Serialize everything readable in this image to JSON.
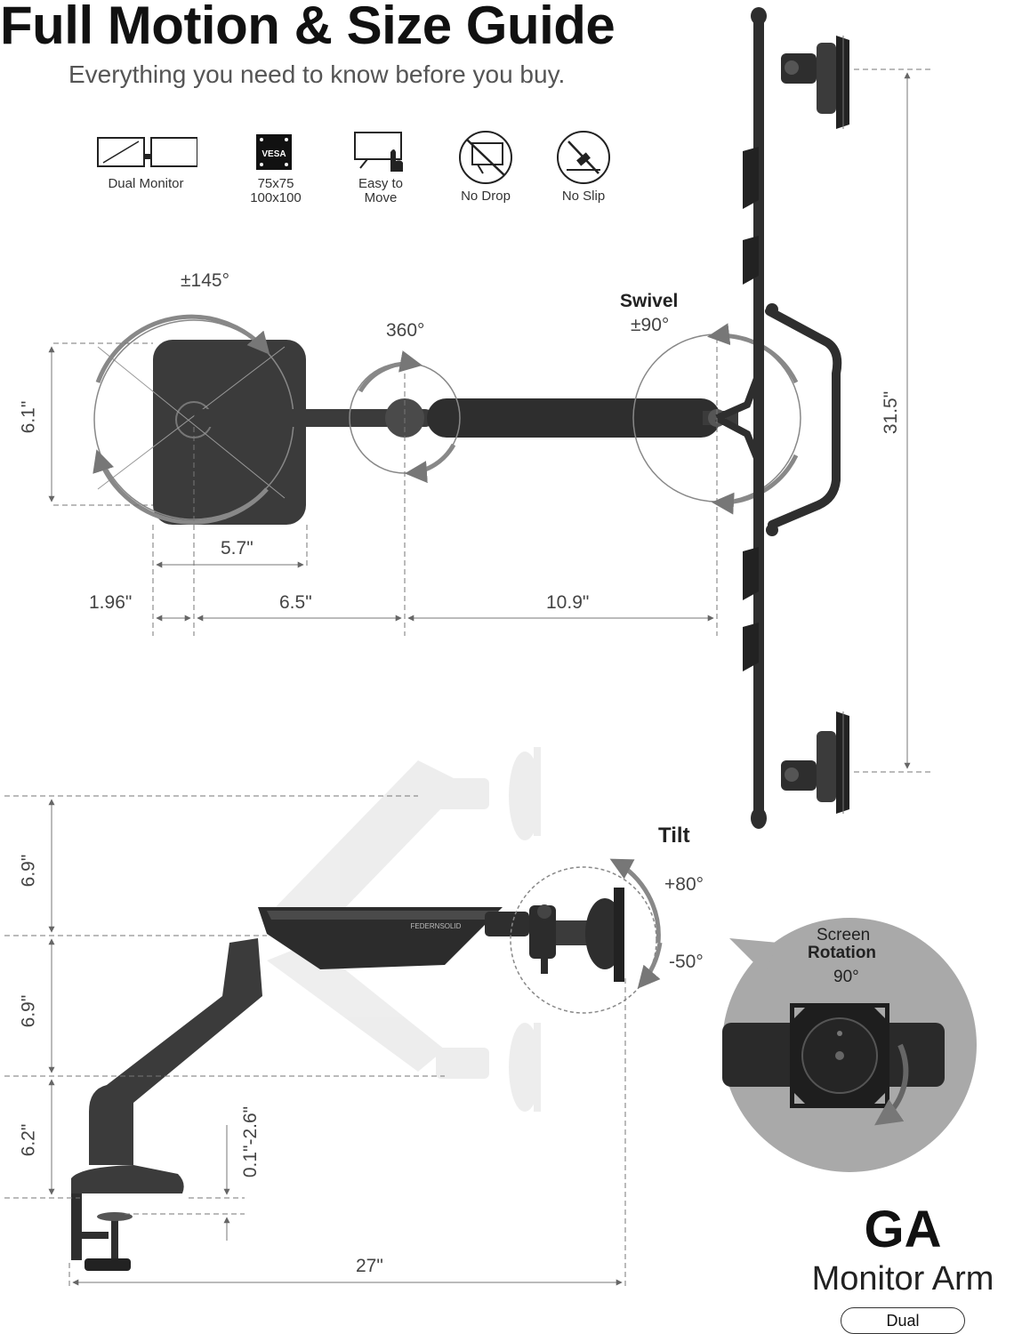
{
  "header": {
    "title": "Full Motion & Size Guide",
    "subtitle": "Everything you need to know before you buy."
  },
  "features": [
    {
      "icon": "dual-monitor-icon",
      "label_lines": [
        "Dual Monitor"
      ]
    },
    {
      "icon": "vesa-icon",
      "badge": "VESA",
      "label_lines": [
        "75x75",
        "100x100"
      ]
    },
    {
      "icon": "easy-move-icon",
      "label_lines": [
        "Easy to",
        "Move"
      ]
    },
    {
      "icon": "no-drop-icon",
      "label_lines": [
        "No Drop"
      ]
    },
    {
      "icon": "no-slip-icon",
      "label_lines": [
        "No Slip"
      ]
    }
  ],
  "top_view": {
    "rotation_plate": "±145°",
    "rotation_joint": "360°",
    "swivel_label": "Swivel",
    "swivel_angle": "±90°",
    "plate_height": "6.1\"",
    "plate_width": "5.7\"",
    "offset": "1.96\"",
    "arm_segment_1": "6.5\"",
    "arm_segment_2": "10.9\"",
    "pole_height": "31.5\""
  },
  "side_view": {
    "tilt_label": "Tilt",
    "tilt_up": "+80°",
    "tilt_down": "-50°",
    "upper_range": "6.9\"",
    "middle_range": "6.9\"",
    "lower_height": "6.2\"",
    "clamp_range": "0.1\"-2.6\"",
    "reach": "27\"",
    "arm_logo": "FEDERNSOLID"
  },
  "rotation_callout": {
    "line1": "Screen",
    "line2": "Rotation",
    "angle": "90°"
  },
  "brand": {
    "model": "GA",
    "name": "Monitor Arm",
    "variant": "Dual"
  },
  "colors": {
    "arm": "#3b3b3b",
    "arm_dark": "#2a2a2a",
    "ghost": "#e6e6e6",
    "dimension": "#555555",
    "circle_bg": "#a9a9a9"
  }
}
